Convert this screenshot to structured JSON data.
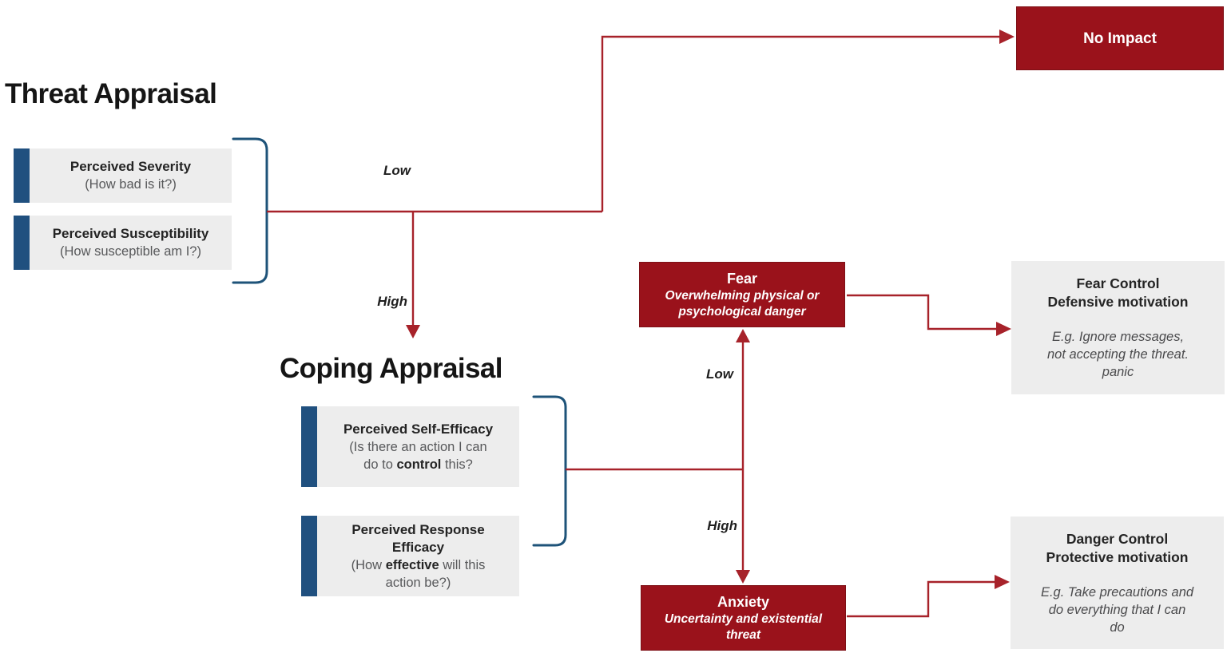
{
  "colors": {
    "dark_red_box": "#9A121B",
    "arrow_red": "#A7222A",
    "bar_blue": "#20507F",
    "bracket_blue": "#1E5379",
    "box_gray": "#EDEDED",
    "text_dark": "#242424",
    "text_gray": "#57585A",
    "white": "#FFFFFF"
  },
  "headings": {
    "threat": "Threat Appraisal",
    "coping": "Coping Appraisal"
  },
  "no_impact": {
    "label": "No Impact"
  },
  "threat": {
    "boxes": [
      {
        "title": "Perceived Severity",
        "subtitle": "(How bad is it?)"
      },
      {
        "title": "Perceived Susceptibility",
        "subtitle": "(How susceptible am I?)"
      }
    ],
    "low_label": "Low",
    "high_label": "High"
  },
  "coping": {
    "self_efficacy": {
      "title": "Perceived Self-Efficacy",
      "sub_line1": "(Is there an action I can",
      "sub_line2_pre": "do to ",
      "sub_line2_bold": "control",
      "sub_line2_post": " this?"
    },
    "response_efficacy": {
      "title_line1": "Perceived Response",
      "title_line2": "Efficacy",
      "sub_line1_pre": "(How ",
      "sub_line1_bold": "effective",
      "sub_line1_post": " will this",
      "sub_line2": "action be?)"
    },
    "low_label": "Low",
    "high_label": "High"
  },
  "fear": {
    "title": "Fear",
    "subtitle_line1": "Overwhelming physical or",
    "subtitle_line2": "psychological danger"
  },
  "anxiety": {
    "title": "Anxiety",
    "subtitle_line1": "Uncertainty and existential",
    "subtitle_line2": "threat"
  },
  "fear_control": {
    "title_line1": "Fear Control",
    "title_line2": "Defensive motivation",
    "example_line1": "E.g. Ignore messages,",
    "example_line2": "not accepting the threat.",
    "example_line3": "panic"
  },
  "danger_control": {
    "title_line1": "Danger Control",
    "title_line2": "Protective motivation",
    "example_line1": "E.g. Take precautions and",
    "example_line2": "do everything that I can",
    "example_line3": "do"
  }
}
